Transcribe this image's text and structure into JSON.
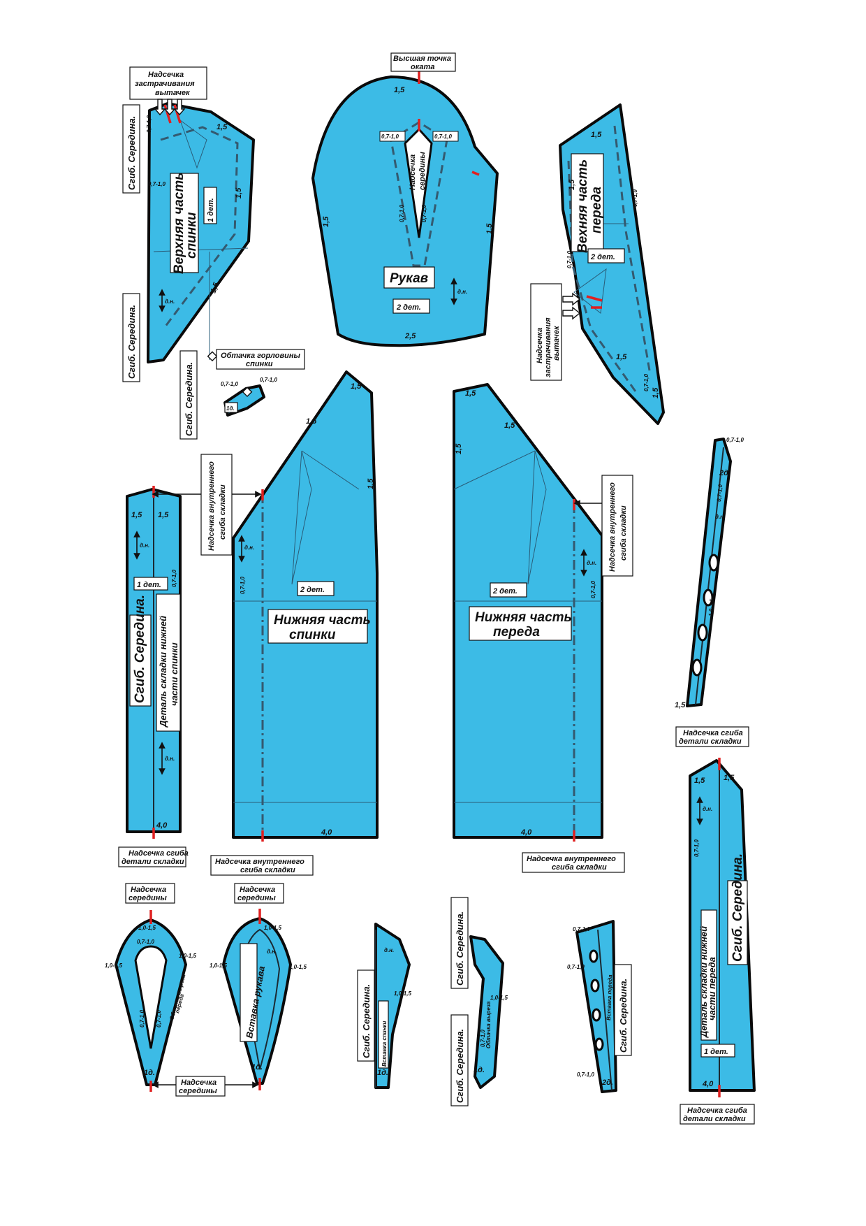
{
  "labels": {
    "top_point": [
      "Высшая точка",
      "оката"
    ],
    "notch_dart": [
      "Надсечка",
      "застрачивания",
      "вытачек"
    ],
    "notch_dart_front": [
      "Надсечка",
      "застрачивания",
      "вытачек"
    ],
    "fold_middle": "Сгиб. Середина.",
    "upper_back": [
      "Верхняя часть",
      "спинки"
    ],
    "upper_front": [
      "Вехняя часть",
      "переда"
    ],
    "sleeve": "Рукав",
    "sleeve_notch": [
      "Надсечка",
      "середины"
    ],
    "neck_facing": [
      "Обтачка горловины",
      "спинки"
    ],
    "lower_back": [
      "Нижняя часть",
      "спинки"
    ],
    "lower_front": [
      "Нижняя часть",
      "переда"
    ],
    "inner_fold_notch": [
      "Надсечка внутреннего",
      "сгиба складки"
    ],
    "pleat_fold_notch": [
      "Надсечка сгиба",
      "детали складки"
    ],
    "pleat_back": [
      "Деталь складки нижней",
      "части спинки"
    ],
    "pleat_front": [
      "Деталь складки нижней",
      "части переда"
    ],
    "middle_notch": [
      "Надсечка",
      "середины"
    ],
    "sleeve_insert": "Вставка рукава",
    "back_insert": "Вставка спинки",
    "front_insert": "Вставка переда",
    "front_neck_facing": [
      "Обтачка выреза",
      "переда"
    ],
    "count_1": "1 дет.",
    "count_2": "2 дет.",
    "count_1d": "1д.",
    "count_2d": "2д.",
    "grain": "д.н.",
    "allow_15": "1,5",
    "allow_25": "2,5",
    "allow_40": "4,0",
    "allow_07": "0,7-1,0",
    "allow_10_15": "1,0-1,5"
  },
  "colors": {
    "fabric": "#3cbbe6",
    "notch": "#e02020",
    "outline": "#0a0a0a"
  }
}
